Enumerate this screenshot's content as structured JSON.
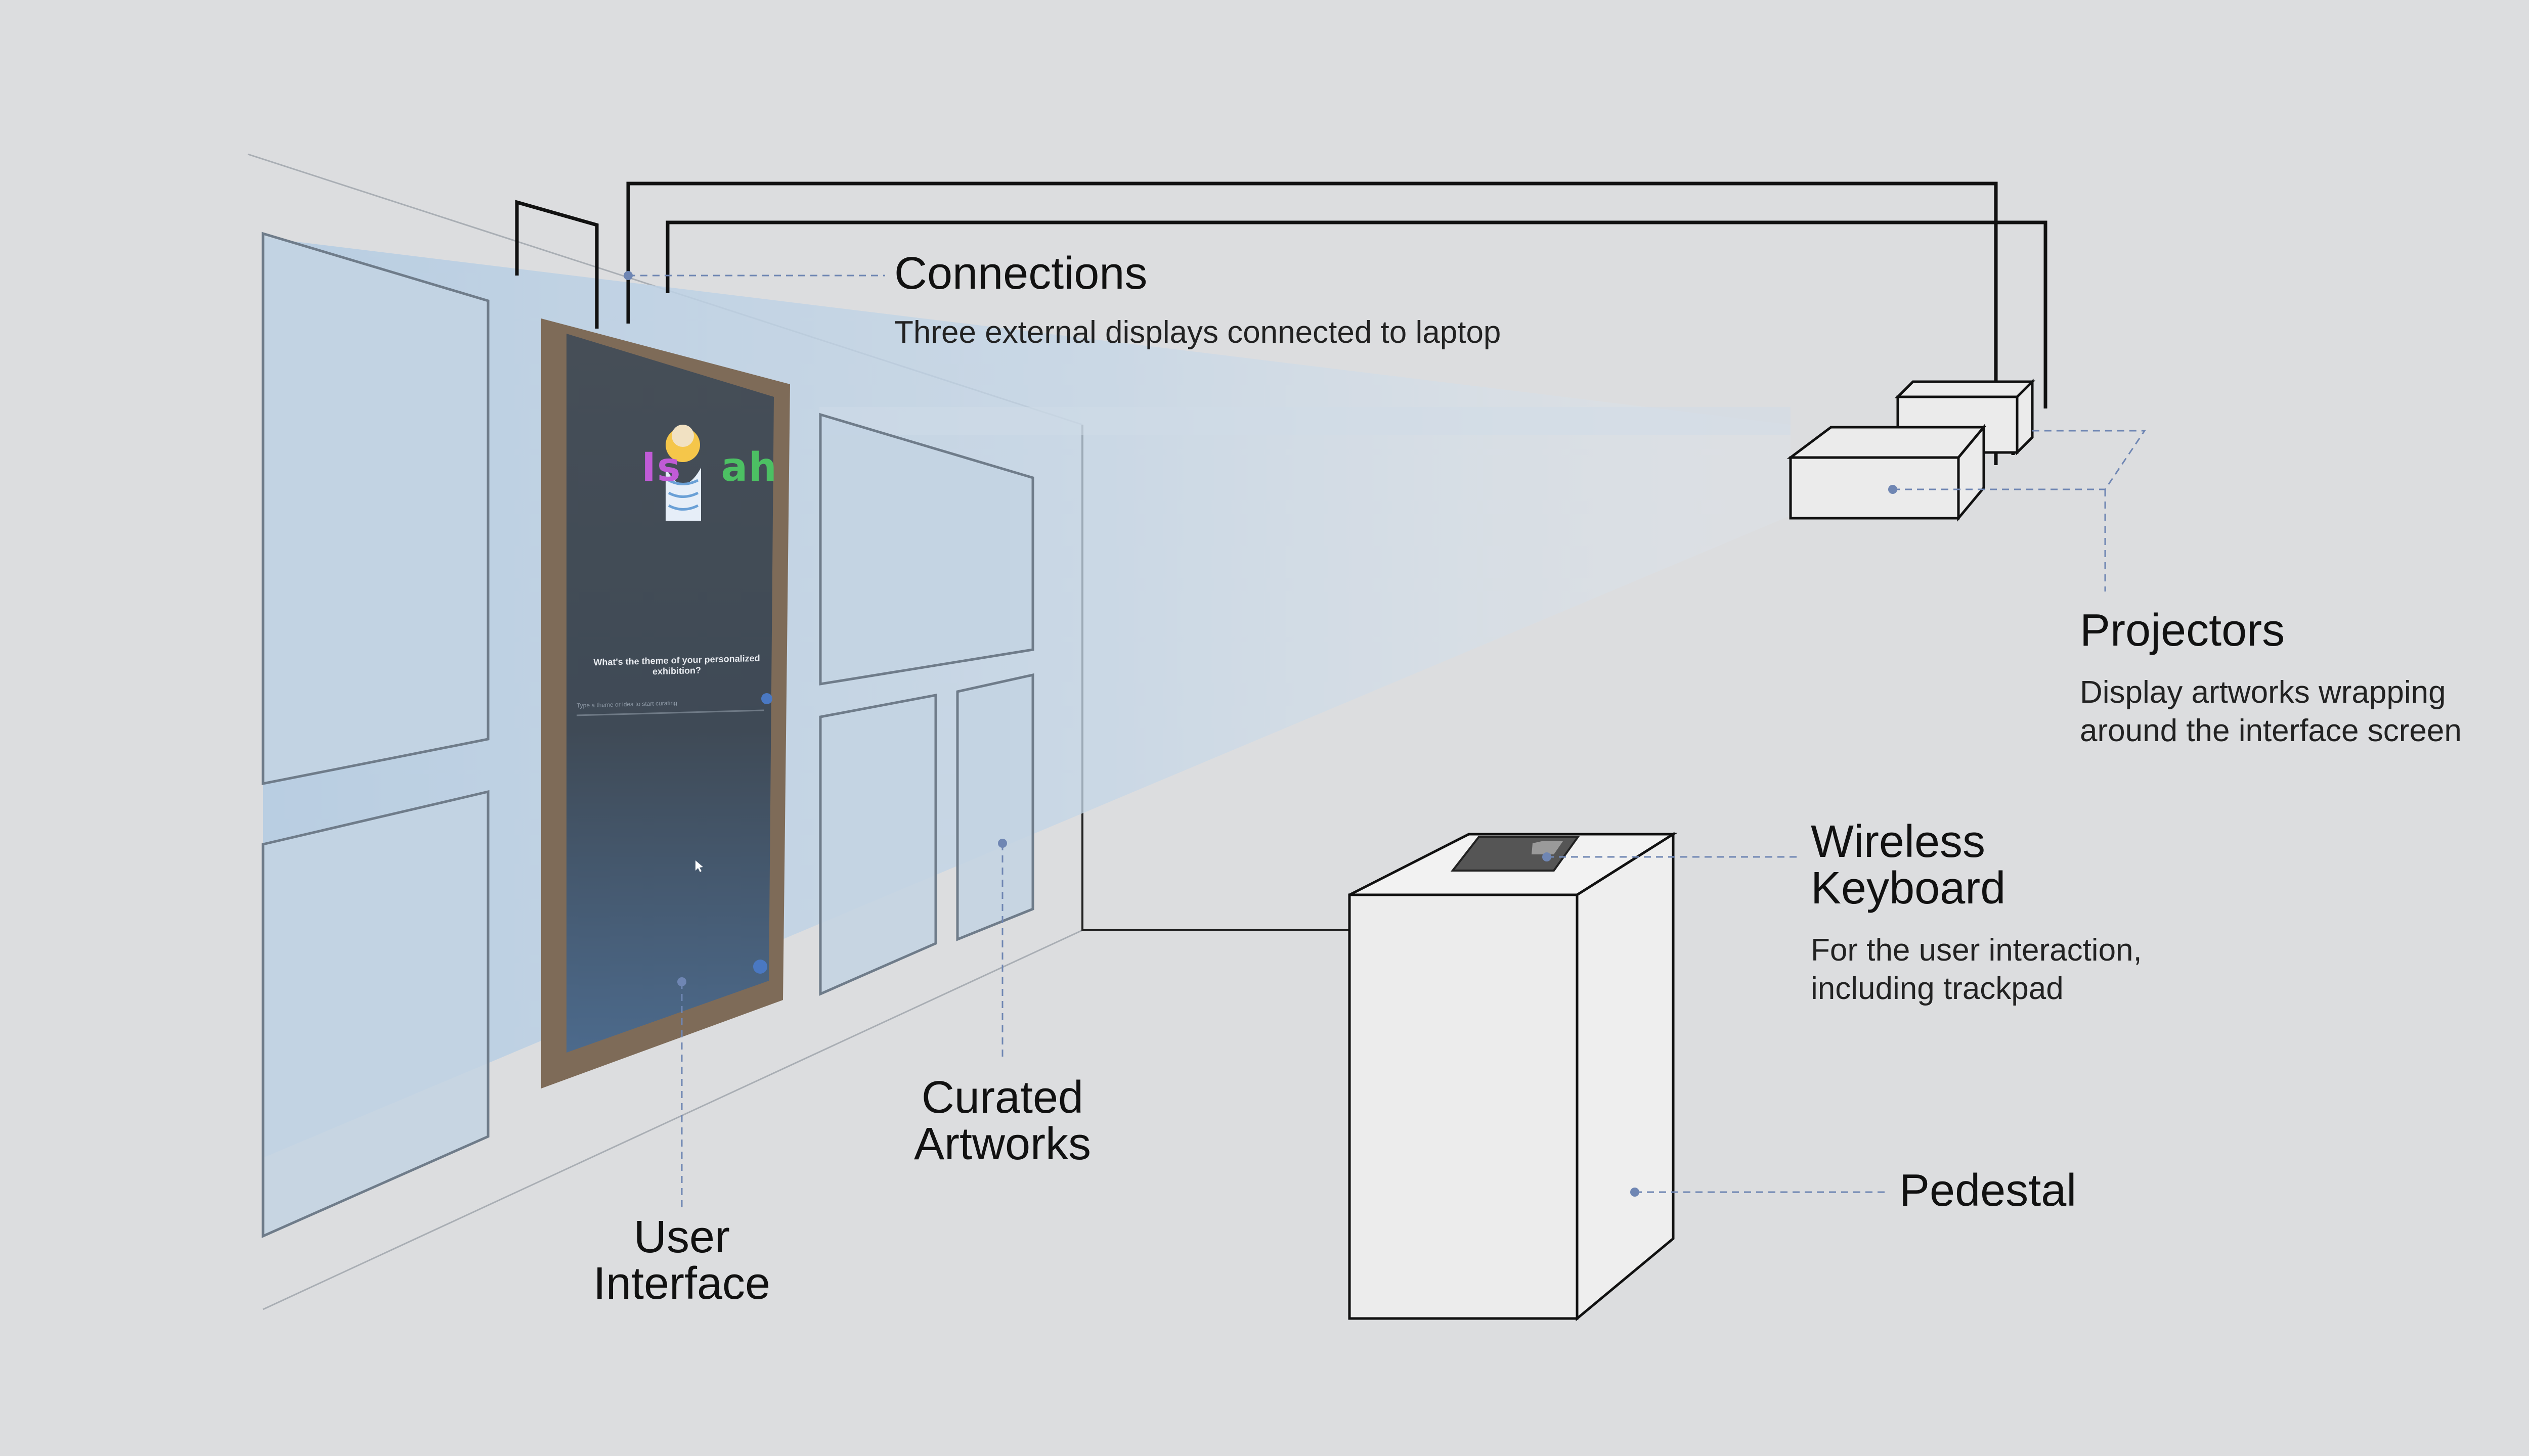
{
  "colors": {
    "background": "#dcdddf",
    "panel_fill": "#c4d4e3",
    "panel_stroke": "#7a8694",
    "screen": "#3f4852",
    "frame": "#7e6b58",
    "leader": "#6f86b3",
    "line": "#111111",
    "pedestal": "#eeeeee"
  },
  "labels": {
    "connections": {
      "title": "Connections",
      "desc": "Three external displays connected to laptop"
    },
    "projectors": {
      "title": "Projectors",
      "desc": [
        "Display artworks wrapping",
        "around the interface screen"
      ]
    },
    "keyboard": {
      "title": [
        "Wireless",
        "Keyboard"
      ],
      "desc": [
        "For the user interaction,",
        "including trackpad"
      ]
    },
    "pedestal": {
      "title": "Pedestal"
    },
    "artworks": {
      "title": [
        "Curated",
        "Artworks"
      ]
    },
    "interface": {
      "title": [
        "User",
        "Interface"
      ]
    }
  },
  "screen_ui": {
    "logo": [
      "Is",
      "ah"
    ],
    "question": "What's the theme of your personalized exhibition?",
    "placeholder": "Type a theme or idea to start curating"
  },
  "icons": {
    "send": "arrow-up-circle-icon",
    "mic": "mic-circle-icon",
    "cursor": "mouse-cursor-icon",
    "avatar": "mascot-avatar-icon"
  }
}
